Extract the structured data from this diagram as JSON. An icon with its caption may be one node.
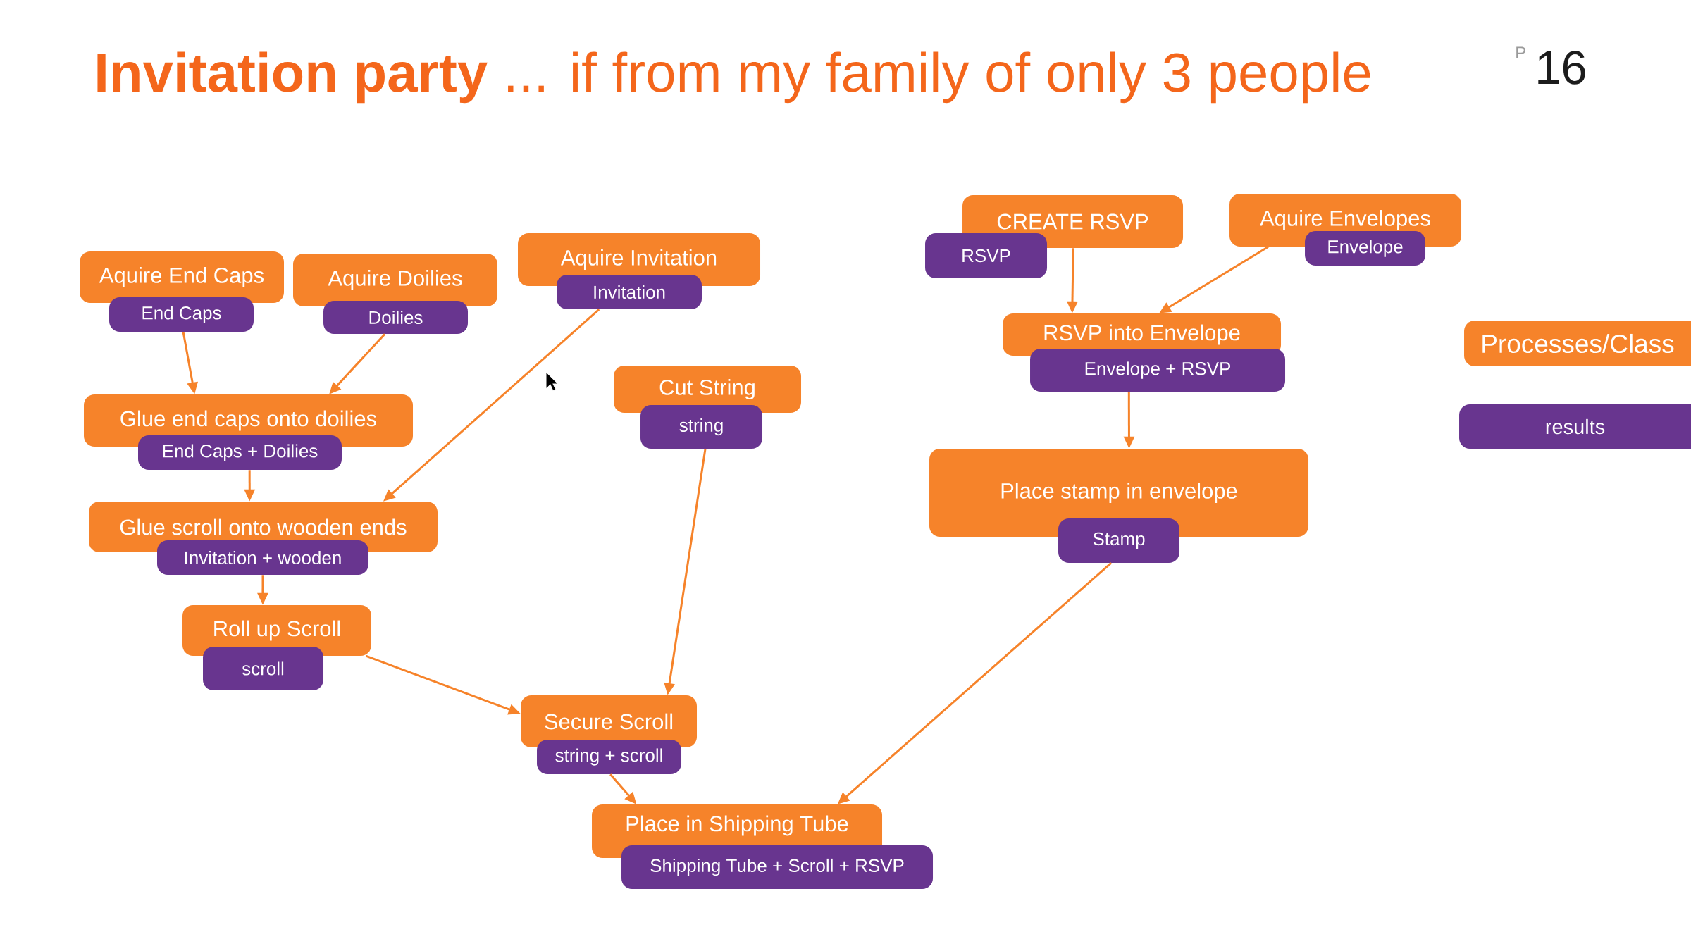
{
  "diagram": {
    "title": "**Invitation party** ... if from my family of only 3 people",
    "nodes": [
      {
        "text": [
          "Aquire End Caps"
        ]
      },
      {
        "text": [
          "End Caps"
        ]
      },
      {
        "text": [
          "Aquire Doilies"
        ]
      },
      {
        "text": [
          "Doilies"
        ]
      },
      {
        "text": [
          "Aquire Invitation"
        ]
      },
      {
        "text": [
          "Invitation"
        ]
      },
      {
        "text": [
          "CREATE RSVP"
        ]
      },
      {
        "text": [
          "RSVP"
        ]
      },
      {
        "text": [
          "Aquire Envelopes"
        ]
      },
      {
        "text": [
          "Envelope"
        ]
      },
      {
        "text": [
          "RSVP into Envelope"
        ]
      },
      {
        "text": [
          "Envelope + RSVP"
        ]
      },
      {
        "text": [
          "Processes/Class"
        ]
      },
      {
        "text": [
          "results"
        ]
      },
      {
        "text": [
          "Cut String"
        ]
      },
      {
        "text": [
          "string"
        ]
      },
      {
        "text": [
          "Glue end caps onto doilies"
        ]
      },
      {
        "text": [
          "End Caps + Doilies"
        ]
      },
      {
        "text": [
          "Place stamp in envelope"
        ]
      },
      {
        "text": [
          "Stamp"
        ]
      },
      {
        "text": [
          "Glue scroll onto wooden ends"
        ]
      },
      {
        "text": [
          "Invitation + wooden"
        ]
      },
      {
        "text": [
          "Roll up Scroll"
        ]
      },
      {
        "text": [
          "scroll"
        ]
      },
      {
        "text": [
          "Secure Scroll"
        ]
      },
      {
        "text": [
          "string + scroll"
        ]
      },
      {
        "text": [
          "Place in Shipping Tube"
        ]
      },
      {
        "text": [
          "Shipping Tube + Scroll + RSVP"
        ]
      }
    ],
    "edges": [
      {
        "from": 1,
        "to": 16,
        "arrow": "to"
      },
      {
        "from": 3,
        "to": 16,
        "arrow": "to"
      },
      {
        "from": 5,
        "to": 20,
        "arrow": "to"
      },
      {
        "from": 17,
        "to": 20,
        "arrow": "to"
      },
      {
        "from": 21,
        "to": 22,
        "arrow": "to"
      },
      {
        "from": 22,
        "to": 24,
        "arrow": "to"
      },
      {
        "from": 15,
        "to": 24,
        "arrow": "to"
      },
      {
        "from": 25,
        "to": 26,
        "arrow": "to"
      },
      {
        "from": 19,
        "to": 26,
        "arrow": "to"
      },
      {
        "from": 6,
        "to": 10,
        "arrow": "to"
      },
      {
        "from": 8,
        "to": 10,
        "arrow": "to"
      },
      {
        "from": 11,
        "to": 18,
        "arrow": "to"
      }
    ],
    "labels": [
      "P",
      "16"
    ]
  }
}
